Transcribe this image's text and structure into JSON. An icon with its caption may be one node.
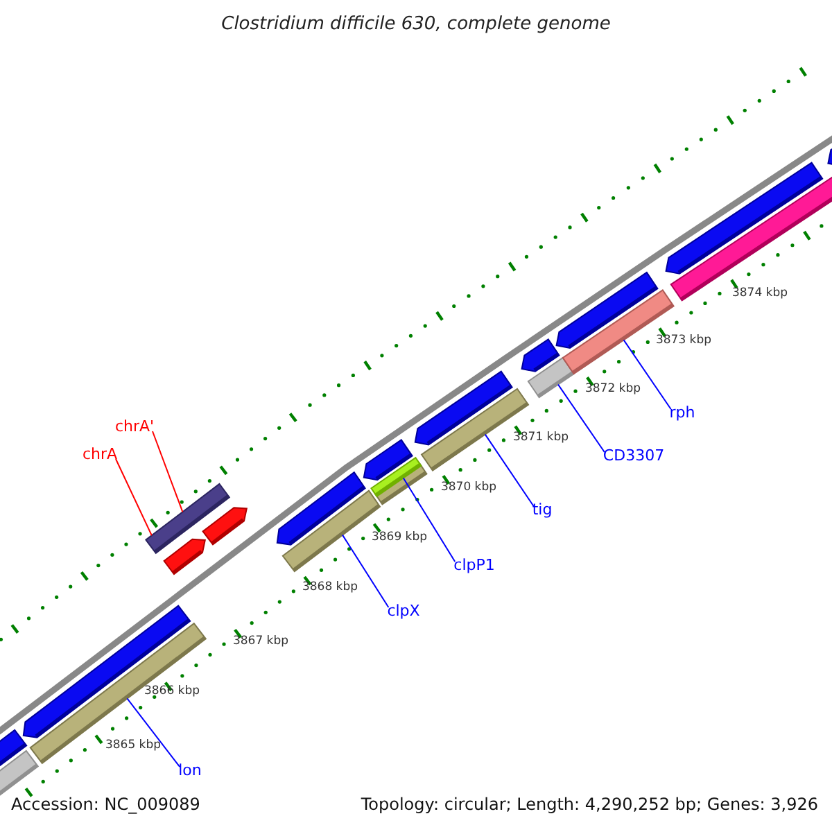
{
  "diagram": {
    "title": "Clostridium difficile 630, complete genome",
    "nodes": [
      {
        "text": [
          "rph"
        ]
      },
      {
        "text": [
          "chrA'"
        ]
      },
      {
        "text": [
          "CD3307"
        ]
      },
      {
        "text": [
          "chrA"
        ]
      },
      {
        "text": [
          "tig"
        ]
      },
      {
        "text": [
          "clpP1"
        ]
      },
      {
        "text": [
          "clpX"
        ]
      },
      {
        "text": [
          "lon"
        ]
      },
      {
        "text": [],
        "shape": "bar"
      },
      {
        "text": [],
        "shape": "bar"
      },
      {
        "text": [],
        "shape": "bar"
      },
      {
        "text": [],
        "shape": "bar"
      },
      {
        "text": [],
        "shape": "bar"
      },
      {
        "text": [],
        "shape": "bar"
      },
      {
        "text": [],
        "shape": "bar"
      }
    ],
    "edges": [
      {
        "from": 0,
        "to": 14,
        "arrow": "none"
      },
      {
        "from": 1,
        "to": 9,
        "arrow": "none",
        "color": "#ff0000"
      },
      {
        "from": 2,
        "to": 13,
        "arrow": "none"
      },
      {
        "from": 3,
        "to": 9,
        "arrow": "none",
        "color": "#ff0000"
      },
      {
        "from": 4,
        "to": 12,
        "arrow": "none"
      },
      {
        "from": 5,
        "to": 11,
        "arrow": "none"
      },
      {
        "from": 6,
        "to": 10,
        "arrow": "none"
      },
      {
        "from": 7,
        "to": 8,
        "arrow": "none"
      }
    ],
    "labels": [
      "3874 kbp",
      "3873 kbp",
      "3872 kbp",
      "3871 kbp",
      "3870 kbp",
      "3869 kbp",
      "3868 kbp",
      "3867 kbp",
      "3866 kbp",
      "3865 kbp",
      "Accession: NC_009089",
      "Topology: circular; Length: 4,290,252 bp; Genes: 3,926"
    ]
  }
}
